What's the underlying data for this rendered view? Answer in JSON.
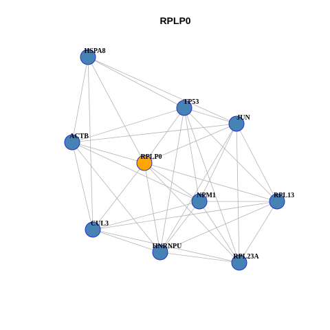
{
  "title": "RPLP0",
  "colors": {
    "node_default": "#4682b4",
    "node_focus": "#ffa500",
    "node_border": "#2230c8",
    "edge": "#b3b3b3"
  },
  "focus_node": "RPLP0",
  "nodes": [
    {
      "id": "HSPA8",
      "label": "HSPA8"
    },
    {
      "id": "TP53",
      "label": "TP53"
    },
    {
      "id": "JUN",
      "label": "JUN"
    },
    {
      "id": "ACTB",
      "label": "ACTB"
    },
    {
      "id": "RPLP0",
      "label": "RPLP0"
    },
    {
      "id": "NPM1",
      "label": "NPM1"
    },
    {
      "id": "RPL13",
      "label": "RPL13"
    },
    {
      "id": "CUL3",
      "label": "CUL3"
    },
    {
      "id": "HNRNPU",
      "label": "HNRNPU"
    },
    {
      "id": "RPL23A",
      "label": "RPL23A"
    }
  ],
  "edges": [
    [
      "HSPA8",
      "TP53"
    ],
    [
      "HSPA8",
      "JUN"
    ],
    [
      "HSPA8",
      "ACTB"
    ],
    [
      "HSPA8",
      "RPLP0"
    ],
    [
      "HSPA8",
      "CUL3"
    ],
    [
      "TP53",
      "ACTB"
    ],
    [
      "TP53",
      "RPLP0"
    ],
    [
      "TP53",
      "NPM1"
    ],
    [
      "TP53",
      "RPL13"
    ],
    [
      "TP53",
      "HNRNPU"
    ],
    [
      "TP53",
      "RPL23A"
    ],
    [
      "TP53",
      "JUN"
    ],
    [
      "JUN",
      "ACTB"
    ],
    [
      "JUN",
      "RPLP0"
    ],
    [
      "JUN",
      "NPM1"
    ],
    [
      "JUN",
      "RPL13"
    ],
    [
      "JUN",
      "HNRNPU"
    ],
    [
      "JUN",
      "RPL23A"
    ],
    [
      "ACTB",
      "RPLP0"
    ],
    [
      "ACTB",
      "NPM1"
    ],
    [
      "ACTB",
      "CUL3"
    ],
    [
      "ACTB",
      "HNRNPU"
    ],
    [
      "RPLP0",
      "NPM1"
    ],
    [
      "RPLP0",
      "RPL13"
    ],
    [
      "RPLP0",
      "CUL3"
    ],
    [
      "RPLP0",
      "HNRNPU"
    ],
    [
      "RPLP0",
      "RPL23A"
    ],
    [
      "NPM1",
      "RPL13"
    ],
    [
      "NPM1",
      "CUL3"
    ],
    [
      "NPM1",
      "HNRNPU"
    ],
    [
      "NPM1",
      "RPL23A"
    ],
    [
      "RPL13",
      "CUL3"
    ],
    [
      "RPL13",
      "HNRNPU"
    ],
    [
      "RPL13",
      "RPL23A"
    ],
    [
      "CUL3",
      "HNRNPU"
    ],
    [
      "CUL3",
      "RPL23A"
    ],
    [
      "HNRNPU",
      "RPL23A"
    ]
  ]
}
